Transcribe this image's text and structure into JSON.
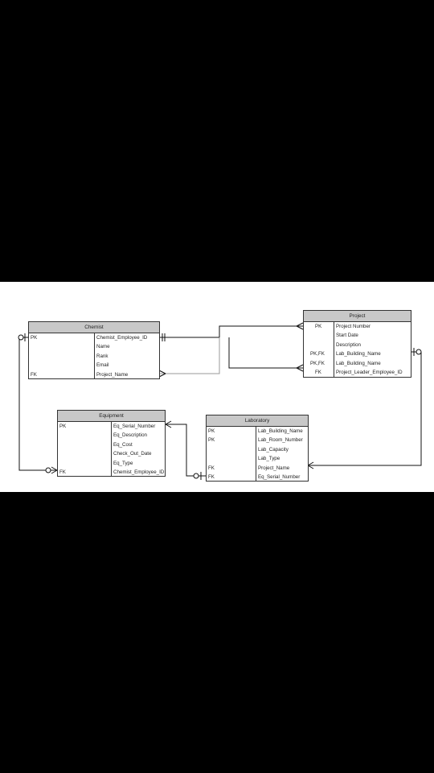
{
  "entities": {
    "chemist": {
      "title": "Chemist",
      "rows": [
        {
          "key": "PK",
          "attr": "Chemist_Employee_ID"
        },
        {
          "key": "",
          "attr": "Name"
        },
        {
          "key": "",
          "attr": "Rank"
        },
        {
          "key": "",
          "attr": "Email"
        },
        {
          "key": "FK",
          "attr": "Project_Name"
        }
      ]
    },
    "project": {
      "title": "Project",
      "rows": [
        {
          "key": "PK",
          "attr": "Project Number"
        },
        {
          "key": "",
          "attr": "Start Date"
        },
        {
          "key": "",
          "attr": "Description"
        },
        {
          "key": "PK,FK",
          "attr": "Lab_Building_Name"
        },
        {
          "key": "PK,FK",
          "attr": "Lab_Building_Name"
        },
        {
          "key": "FK",
          "attr": "Project_Leader_Employee_ID"
        }
      ]
    },
    "equipment": {
      "title": "Equipment",
      "rows": [
        {
          "key": "PK",
          "attr": "Eq_Serial_Number"
        },
        {
          "key": "",
          "attr": "Eq_Description"
        },
        {
          "key": "",
          "attr": "Eq_Cost"
        },
        {
          "key": "",
          "attr": "Check_Out_Date"
        },
        {
          "key": "",
          "attr": "Eq_Type"
        },
        {
          "key": "FK",
          "attr": "Chemist_Employee_ID"
        }
      ]
    },
    "laboratory": {
      "title": "Laboratory",
      "rows": [
        {
          "key": "PK",
          "attr": "Lab_Building_Name"
        },
        {
          "key": "PK",
          "attr": "Lab_Room_Number"
        },
        {
          "key": "",
          "attr": "Lab_Capacity"
        },
        {
          "key": "",
          "attr": "Lab_Type"
        },
        {
          "key": "FK",
          "attr": "Project_Name"
        },
        {
          "key": "FK",
          "attr": "Eq_Serial_Number"
        }
      ]
    }
  }
}
